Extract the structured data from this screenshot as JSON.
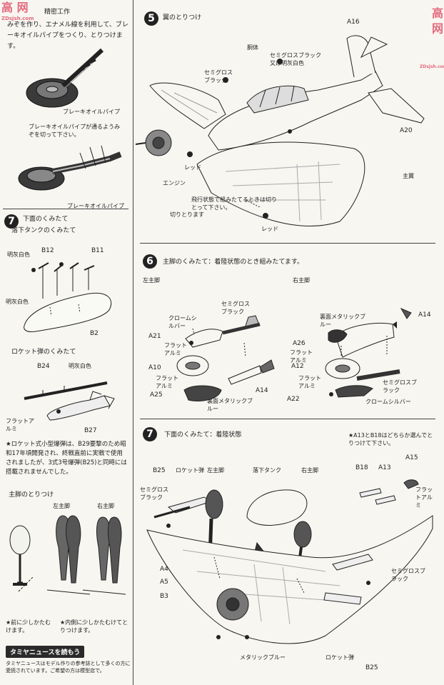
{
  "watermark": {
    "line1": "高 网",
    "line2": "ZDsjsh.com"
  },
  "left_intro": {
    "title": "精密工作",
    "body": "みぞを作り、エナメル線を利用して、ブレーキオイルパイプをつくり、とりつけます。",
    "label_brake_pipe_1": "ブレーキオイルパイプ",
    "note_cut": "ブレーキオイルパイプが通るようみぞを切って下さい。",
    "label_brake_pipe_2": "ブレーキオイルパイプ"
  },
  "step7_left": {
    "number": "7",
    "title": "下面のくみたて",
    "sub1": "落下タンクのくみたて",
    "b12": "B12",
    "b11": "B11",
    "b2": "B2",
    "color_a": "明灰白色",
    "color_b": "明灰白色",
    "sub2": "ロケット弾のくみたて",
    "b24": "B24",
    "b27": "B27",
    "color_c": "明灰白色",
    "color_d": "フラットアルミ",
    "note": "★ロケット式小型爆弾は、B29要撃のため昭和17年頃開発され、終戦直前に実戦で使用されましたが、3式3号爆弾(B25)と同時には搭載されませんでした。",
    "sub3": "主脚のとりつけ",
    "left_gear": "左主脚",
    "right_gear": "右主脚",
    "note_front": "★前に少しかたむけます。",
    "note_inner": "★内側に少しかたむけてとりつけます。"
  },
  "news": {
    "banner": "タミヤニュースを読もう",
    "text": "タミヤニュースはモデル作りの参考誌として多くの方に愛読されています。ご希望の方は模型店で。"
  },
  "step5": {
    "number": "5",
    "title": "翼のとりつけ",
    "a16": "A16",
    "a20": "A20",
    "fuselage": "胴体",
    "semi_black_or_gray": "セミグロスブラック又は明灰白色",
    "semi_black": "セミグロスブラック",
    "red1": "レッド",
    "engine": "エンジン",
    "main_wing": "主翼",
    "flight_note": "飛行状態で組みたてるときは切りとって下さい。",
    "cut_off": "切りとります",
    "red2": "レッド"
  },
  "step6": {
    "number": "6",
    "title": "主脚のくみたて：着陸状態のとき組みたてます。",
    "left_gear": "左主脚",
    "right_gear": "右主脚",
    "chrome": "クロームシルバー",
    "semi_black": "セミグロスブラック",
    "a21": "A21",
    "flat_alu_1": "フラットアルミ",
    "a10": "A10",
    "flat_alu_2": "フラットアルミ",
    "a25": "A25",
    "metal_blue": "裏面メタリックブルー",
    "a14_left": "A14",
    "metal_blue_r": "裏面メタリックブルー",
    "a14_right": "A14",
    "a26": "A26",
    "flat_alu_3": "フラットアルミ",
    "a12": "A12",
    "flat_alu_4": "フラットアルミ",
    "semi_black_r": "セミグロスブラック",
    "a22": "A22",
    "chrome_r": "クロームシルバー"
  },
  "step7_main": {
    "number": "7",
    "title": "下面のくみたて：着陸状態",
    "note": "★A13とB18はどちらか選んでとりつけて下さい。",
    "b25_top": "B25",
    "rocket_top": "ロケット弾",
    "left_gear": "左主脚",
    "drop_tank": "落下タンク",
    "right_gear": "右主脚",
    "b18": "B18",
    "a13": "A13",
    "a15": "A15",
    "flat_alu": "フラットアルミ",
    "semi_black_l": "セミグロスブラック",
    "a4": "A4",
    "a5": "A5",
    "b3": "B3",
    "semi_black_r": "セミグロスブラック",
    "metal_blue": "メタリックブルー",
    "rocket_bottom": "ロケット弾",
    "b25_bottom": "B25"
  }
}
